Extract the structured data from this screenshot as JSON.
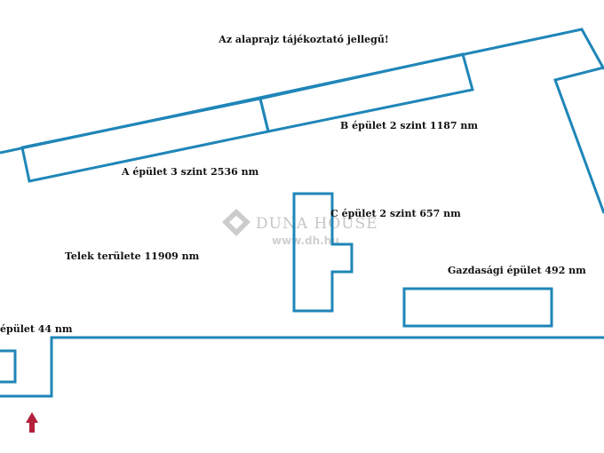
{
  "notice": "Az alaprajz tájékoztató jellegű!",
  "labels": {
    "building_a": "A épület 3 szint 2536 nm",
    "building_b": "B épület 2 szint 1187 nm",
    "building_c": "C épület 2 szint 657 nm",
    "plot": "Telek területe 11909 nm",
    "farm_building": "Gazdasági épület 492 nm",
    "small_building": "épület 44 nm"
  },
  "watermark": {
    "brand": "DUNA HOUSE",
    "url": "www.dh.hu"
  },
  "colors": {
    "outline": "#1f86b8",
    "arrow": "#b3203a",
    "watermark": "#bdbdbd"
  },
  "icons": {
    "entrance": "up-arrow-icon",
    "logo": "diamond-logo-icon"
  }
}
